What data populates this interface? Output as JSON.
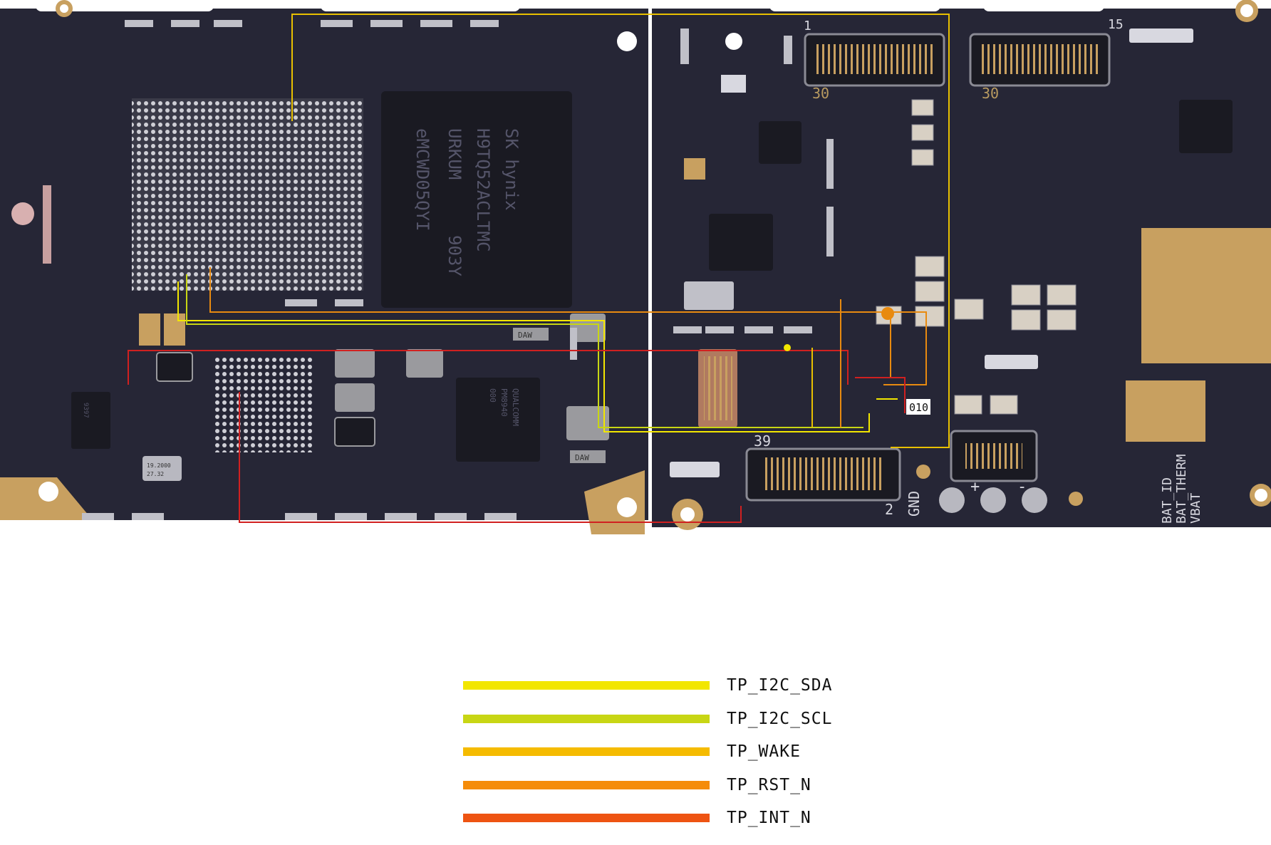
{
  "board": {
    "colors": {
      "pcb": "#262636",
      "pcb_dark": "#1c1c2a",
      "pad_gold": "#c8a060",
      "metal": "#b8b8c0",
      "chip": "#1a1a22"
    },
    "left_board": {
      "flash_chip_text": [
        "SK hynix",
        "H9TQ52ACLTMC",
        "URKUM",
        "903Y",
        "eMCWD05QYI"
      ],
      "pmic_text": [
        "QUALCOMM",
        "PM8940",
        "000"
      ],
      "small_chip_text": [
        "9397"
      ],
      "crystal_text": [
        "19.2000",
        "27.32"
      ],
      "icon_labels": [
        "DAW",
        "DAW"
      ]
    },
    "right_board": {
      "silk_labels": [
        "1",
        "15",
        "30",
        "30",
        "39",
        "2",
        "GND",
        "+",
        "-",
        "BAT_ID",
        "BAT_THERM",
        "VBAT"
      ],
      "test_point_label": "010"
    }
  },
  "legend": [
    {
      "label": "TP_I2C_SDA",
      "color": "#f2e600"
    },
    {
      "label": "TP_I2C_SCL",
      "color": "#c8d614"
    },
    {
      "label": "TP_WAKE",
      "color": "#f5bb00"
    },
    {
      "label": "TP_RST_N",
      "color": "#f58c0a"
    },
    {
      "label": "TP_INT_N",
      "color": "#ee5412"
    }
  ],
  "traces": {
    "yellow": "#e8c000",
    "orange": "#e88a10",
    "red": "#d02020",
    "lime": "#c8d614"
  }
}
